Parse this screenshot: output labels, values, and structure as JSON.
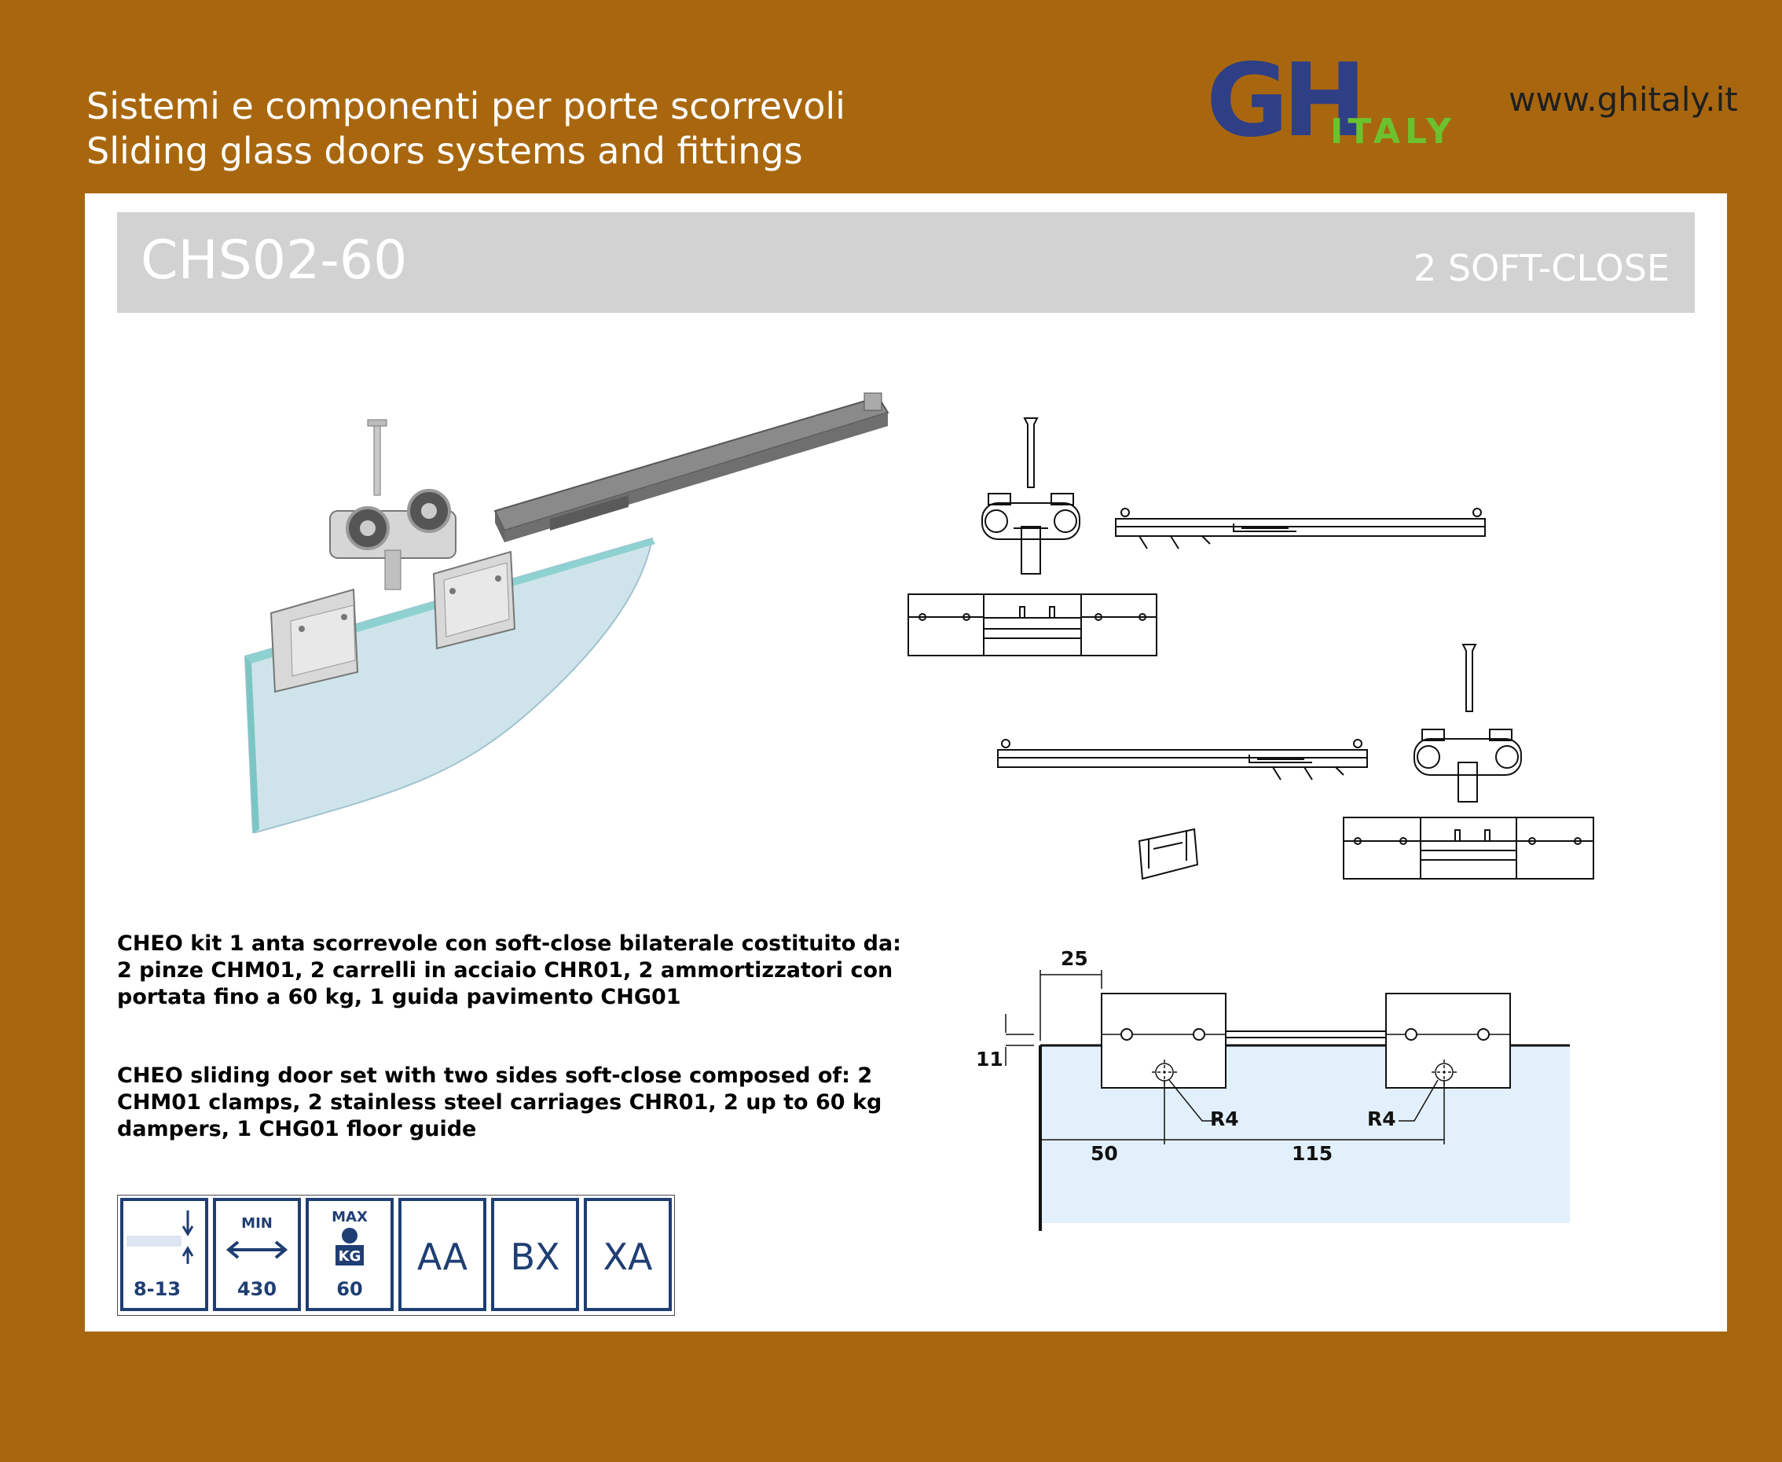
{
  "header": {
    "tagline_it": "Sistemi e componenti per porte scorrevoli",
    "tagline_en": "Sliding glass doors systems and fittings",
    "website": "www.ghitaly.it",
    "logo": {
      "letters": "GH",
      "word": "ITALY",
      "colors": {
        "gh": "#2e3f86",
        "italy": "#6cc22e"
      }
    }
  },
  "product": {
    "code": "CHS02-60",
    "feature": "2 SOFT-CLOSE"
  },
  "description": {
    "it": "CHEO kit 1 anta scorrevole con soft-close bilaterale costituito da: 2 pinze CHM01, 2 carrelli in acciaio CHR01, 2 ammortizzatori con portata fino a 60 kg, 1 guida pavimento CHG01",
    "en": "CHEO sliding door set with two sides soft-close composed of: 2 CHM01 clamps, 2 stainless steel carriages CHR01, 2 up to 60 kg dampers, 1 CHG01 floor guide"
  },
  "drawing": {
    "dim_top": "25",
    "dim_side": "11",
    "radius_left": "R4",
    "radius_right": "R4",
    "dim_bottom_left": "50",
    "dim_bottom_right": "115"
  },
  "spec_icons": [
    {
      "name": "glass-thickness",
      "value": "8-13"
    },
    {
      "name": "min-width",
      "label": "MIN",
      "value": "430"
    },
    {
      "name": "max-weight",
      "label": "MAX",
      "unit": "KG",
      "value": "60"
    },
    {
      "name": "code-aa",
      "value": "AA"
    },
    {
      "name": "code-bx",
      "value": "BX"
    },
    {
      "name": "code-xa",
      "value": "XA"
    }
  ],
  "colors": {
    "background": "#a8670f",
    "band": "#d2d2d2",
    "icon_blue": "#1f3e73",
    "glass": "#cfe4ea"
  }
}
